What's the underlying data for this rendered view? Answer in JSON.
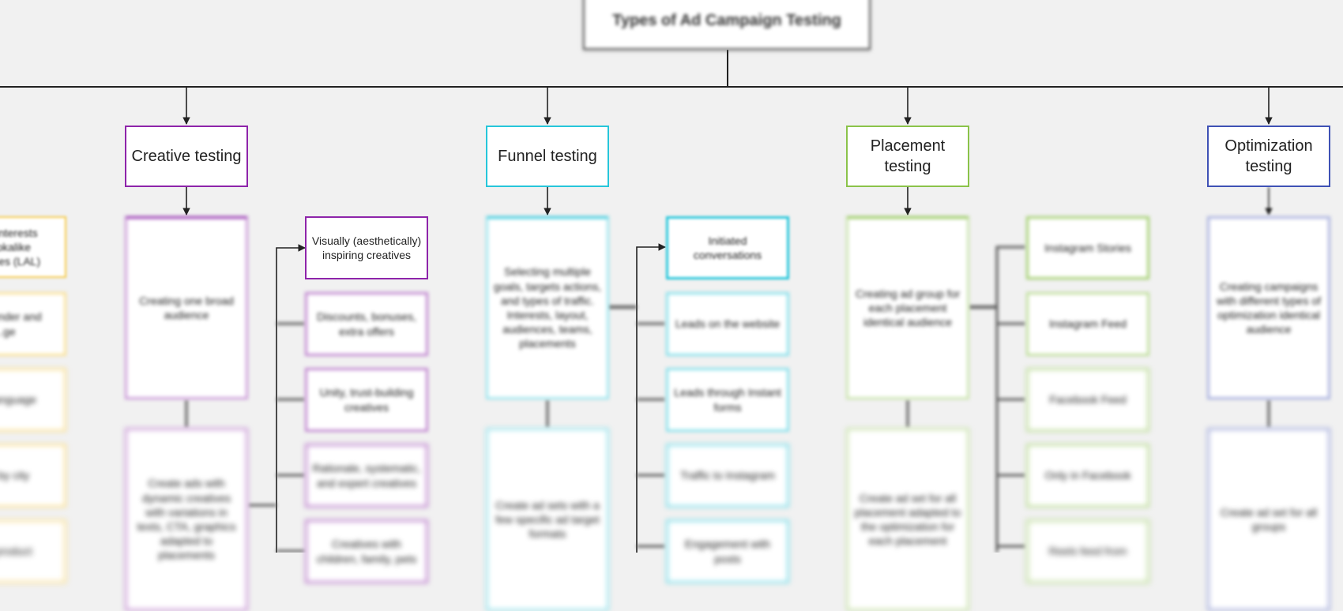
{
  "title": "Types of Ad Campaign Testing",
  "colors": {
    "audience": "#f5c842",
    "creative": "#8e24aa",
    "funnel": "#26c6da",
    "placement": "#8bc34a",
    "optimization": "#3f51b5",
    "connector": "#222222"
  },
  "audience": {
    "items": [
      "...by interests\n...lookalike\n...iences (LAL)",
      "...y gender and\n...ge",
      "...y language",
      "...y by city",
      "...y product"
    ]
  },
  "creative": {
    "heading": "Creative testing",
    "main_1": "Creating one broad audience",
    "main_2": "Create ads with dynamic creatives with variations in texts, CTA, graphics adapted to placements",
    "items": [
      "Visually (aesthetically) inspiring creatives",
      "Discounts, bonuses, extra offers",
      "Unity, trust-building creatives",
      "Rationale, systematic, and expert creatives",
      "Creatives with children, family, pets"
    ]
  },
  "funnel": {
    "heading": "Funnel testing",
    "main_1": "Selecting multiple goals, targets actions, and types of traffic. Interests, layout, audiences, teams, placements",
    "main_2": "Create ad sets with a few specific ad target formats",
    "items": [
      "Initiated conversations",
      "Leads on the website",
      "Leads through Instant forms",
      "Traffic to Instagram",
      "Engagement with posts"
    ]
  },
  "placement": {
    "heading": "Placement testing",
    "main_1": "Creating ad group for each placement identical audience",
    "main_2": "Create ad set for all placement adapted to the optimization for each placement",
    "items": [
      "Instagram Stories",
      "Instagram Feed",
      "Facebook Feed",
      "Only in Facebook",
      "Reels feed from"
    ]
  },
  "optimization": {
    "heading": "Optimization testing",
    "main_1": "Creating campaigns with different types of optimization identical audience",
    "main_2": "Create ad set for all groups"
  }
}
